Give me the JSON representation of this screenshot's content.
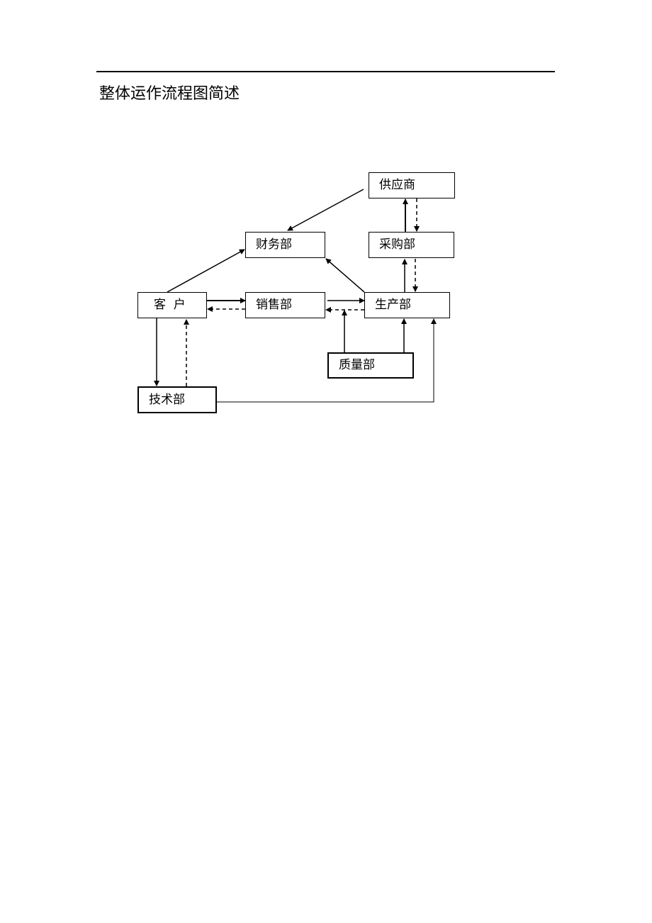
{
  "document": {
    "title": "整体运作流程图简述"
  },
  "diagram": {
    "nodes": {
      "supplier": "供应商",
      "finance": "财务部",
      "purchasing": "采购部",
      "customer": "客  户",
      "sales": "销售部",
      "production": "生产部",
      "quality": "质量部",
      "technical": "技术部"
    }
  }
}
